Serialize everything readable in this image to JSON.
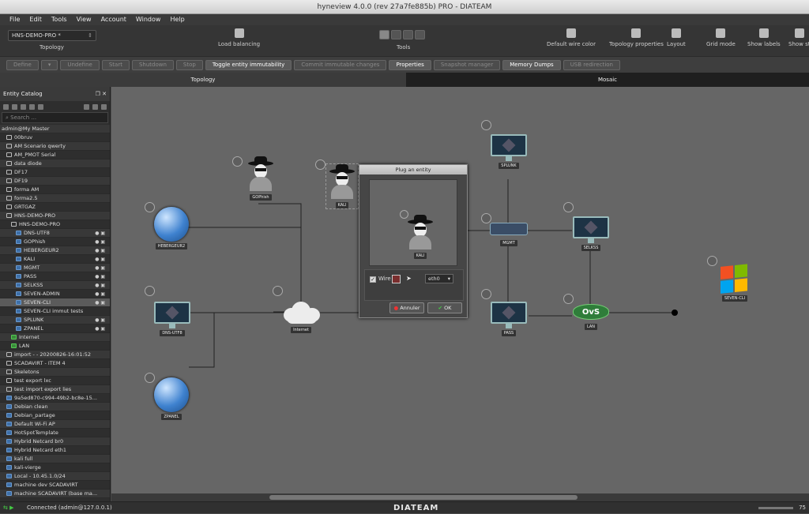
{
  "window": {
    "title": "hyneview 4.0.0 (rev 27a7fe885b) PRO - DIATEAM"
  },
  "menu": [
    "File",
    "Edit",
    "Tools",
    "View",
    "Account",
    "Window",
    "Help"
  ],
  "toolbar": {
    "project": "HNS-DEMO-PRO *",
    "topology_label": "Topology",
    "load_balancing": "Load balancing",
    "tools": "Tools",
    "default_wire_color": "Default wire color",
    "topology_properties": "Topology properties",
    "layout": "Layout",
    "grid_mode": "Grid mode",
    "show_labels": "Show labels",
    "show_st": "Show st"
  },
  "actions": {
    "define": "Define",
    "undefine": "Undefine",
    "start": "Start",
    "shutdown": "Shutdown",
    "stop": "Stop",
    "toggle": "Toggle entity immutability",
    "commit": "Commit immutable changes",
    "properties": "Properties",
    "snapshot": "Snapshot manager",
    "memdumps": "Memory Dumps",
    "usb": "USB redirection"
  },
  "tabs": {
    "topology": "Topology",
    "mosaic": "Mosaic"
  },
  "sidebar": {
    "title": "Entity Catalog",
    "search_placeholder": "Search ...",
    "items": [
      {
        "label": "admin@My Master",
        "type": "root",
        "indent": 0
      },
      {
        "label": "00bruv",
        "type": "folder",
        "indent": 1
      },
      {
        "label": "AM Scenario qwerty",
        "type": "folder",
        "indent": 1
      },
      {
        "label": "AM_PMOT Serial",
        "type": "folder",
        "indent": 1
      },
      {
        "label": "data diode",
        "type": "folder",
        "indent": 1
      },
      {
        "label": "DF17",
        "type": "folder",
        "indent": 1
      },
      {
        "label": "DF19",
        "type": "folder",
        "indent": 1
      },
      {
        "label": "forma AM",
        "type": "folder",
        "indent": 1
      },
      {
        "label": "forma2.5",
        "type": "folder",
        "indent": 1
      },
      {
        "label": "GRTGAZ",
        "type": "folder",
        "indent": 1
      },
      {
        "label": "HNS-DEMO-PRO",
        "type": "folder",
        "indent": 1
      },
      {
        "label": "HNS-DEMO-PRO",
        "type": "folder",
        "indent": 2
      },
      {
        "label": "DNS-UTF8",
        "type": "vm",
        "indent": 3,
        "lock": true
      },
      {
        "label": "GOPhish",
        "type": "vm",
        "indent": 3,
        "lock": true
      },
      {
        "label": "HEBERGEUR2",
        "type": "vm",
        "indent": 3,
        "lock": true
      },
      {
        "label": "KALI",
        "type": "vm",
        "indent": 3,
        "lock": true
      },
      {
        "label": "MGMT",
        "type": "vm",
        "indent": 3,
        "lock": true
      },
      {
        "label": "PASS",
        "type": "vm",
        "indent": 3,
        "lock": true
      },
      {
        "label": "SELKSS",
        "type": "vm",
        "indent": 3,
        "lock": true
      },
      {
        "label": "SEVEN-ADMIN",
        "type": "vm",
        "indent": 3,
        "lock": true
      },
      {
        "label": "SEVEN-CLI",
        "type": "vm",
        "indent": 3,
        "lock": true,
        "selected": true
      },
      {
        "label": "SEVEN-CLI immut tests",
        "type": "vm",
        "indent": 3
      },
      {
        "label": "SPLUNK",
        "type": "vm",
        "indent": 3,
        "lock": true
      },
      {
        "label": "ZPANEL",
        "type": "vm",
        "indent": 3,
        "lock": true
      },
      {
        "label": "Internet",
        "type": "net",
        "indent": 2
      },
      {
        "label": "LAN",
        "type": "net",
        "indent": 2
      },
      {
        "label": "import - - 20200826-16:01:52",
        "type": "folder",
        "indent": 1
      },
      {
        "label": "SCADAVIRT - ITEM 4",
        "type": "folder",
        "indent": 1
      },
      {
        "label": "Skeletons",
        "type": "folder",
        "indent": 1
      },
      {
        "label": "test export lxc",
        "type": "folder",
        "indent": 1
      },
      {
        "label": "test import export lies",
        "type": "folder",
        "indent": 1
      },
      {
        "label": "9a5ed870-c994-49b2-bc8e-15...",
        "type": "vm",
        "indent": 1
      },
      {
        "label": "Debian clean",
        "type": "vm",
        "indent": 1
      },
      {
        "label": "Debian_partage",
        "type": "vm",
        "indent": 1
      },
      {
        "label": "Default Wi-Fi AP",
        "type": "vm",
        "indent": 1
      },
      {
        "label": "HotSpotTemplate",
        "type": "vm",
        "indent": 1
      },
      {
        "label": "Hybrid Netcard br0",
        "type": "vm",
        "indent": 1
      },
      {
        "label": "Hybrid Netcard eth1",
        "type": "vm",
        "indent": 1
      },
      {
        "label": "kali full",
        "type": "vm",
        "indent": 1
      },
      {
        "label": "kali-vierge",
        "type": "vm",
        "indent": 1
      },
      {
        "label": "Local - 10.45.1.0/24",
        "type": "vm",
        "indent": 1
      },
      {
        "label": "machine dev SCADAVIRT",
        "type": "vm",
        "indent": 1
      },
      {
        "label": "machine SCADAVIRT (base ma...",
        "type": "vm",
        "indent": 1
      }
    ]
  },
  "nodes": {
    "gophish": "GOPhish",
    "kali": "KALI",
    "hebergeur2": "HEBERGEUR2",
    "splunk": "SPLUNK",
    "mgmt": "MGMT",
    "selkss": "SELKSS",
    "dnsutf8": "DNS-UTF8",
    "internet": "Internet",
    "pass": "PASS",
    "lan": "LAN",
    "ovs": "OvS",
    "sevencli": "SEVEN-CLI",
    "zpanel": "ZPANEL"
  },
  "dialog": {
    "title": "Plug an entity",
    "entity": "KALI",
    "wire_label": "Wire",
    "interface": "eth0",
    "cancel": "Annuler",
    "ok": "OK",
    "checked_mark": "✓"
  },
  "status": {
    "text": "Connected (admin@127.0.0.1)",
    "logo": "DIATEAM",
    "zoom": "75"
  },
  "colors": {
    "wire": "#222222",
    "background": "#666666",
    "accent": "#3d6fa8"
  }
}
